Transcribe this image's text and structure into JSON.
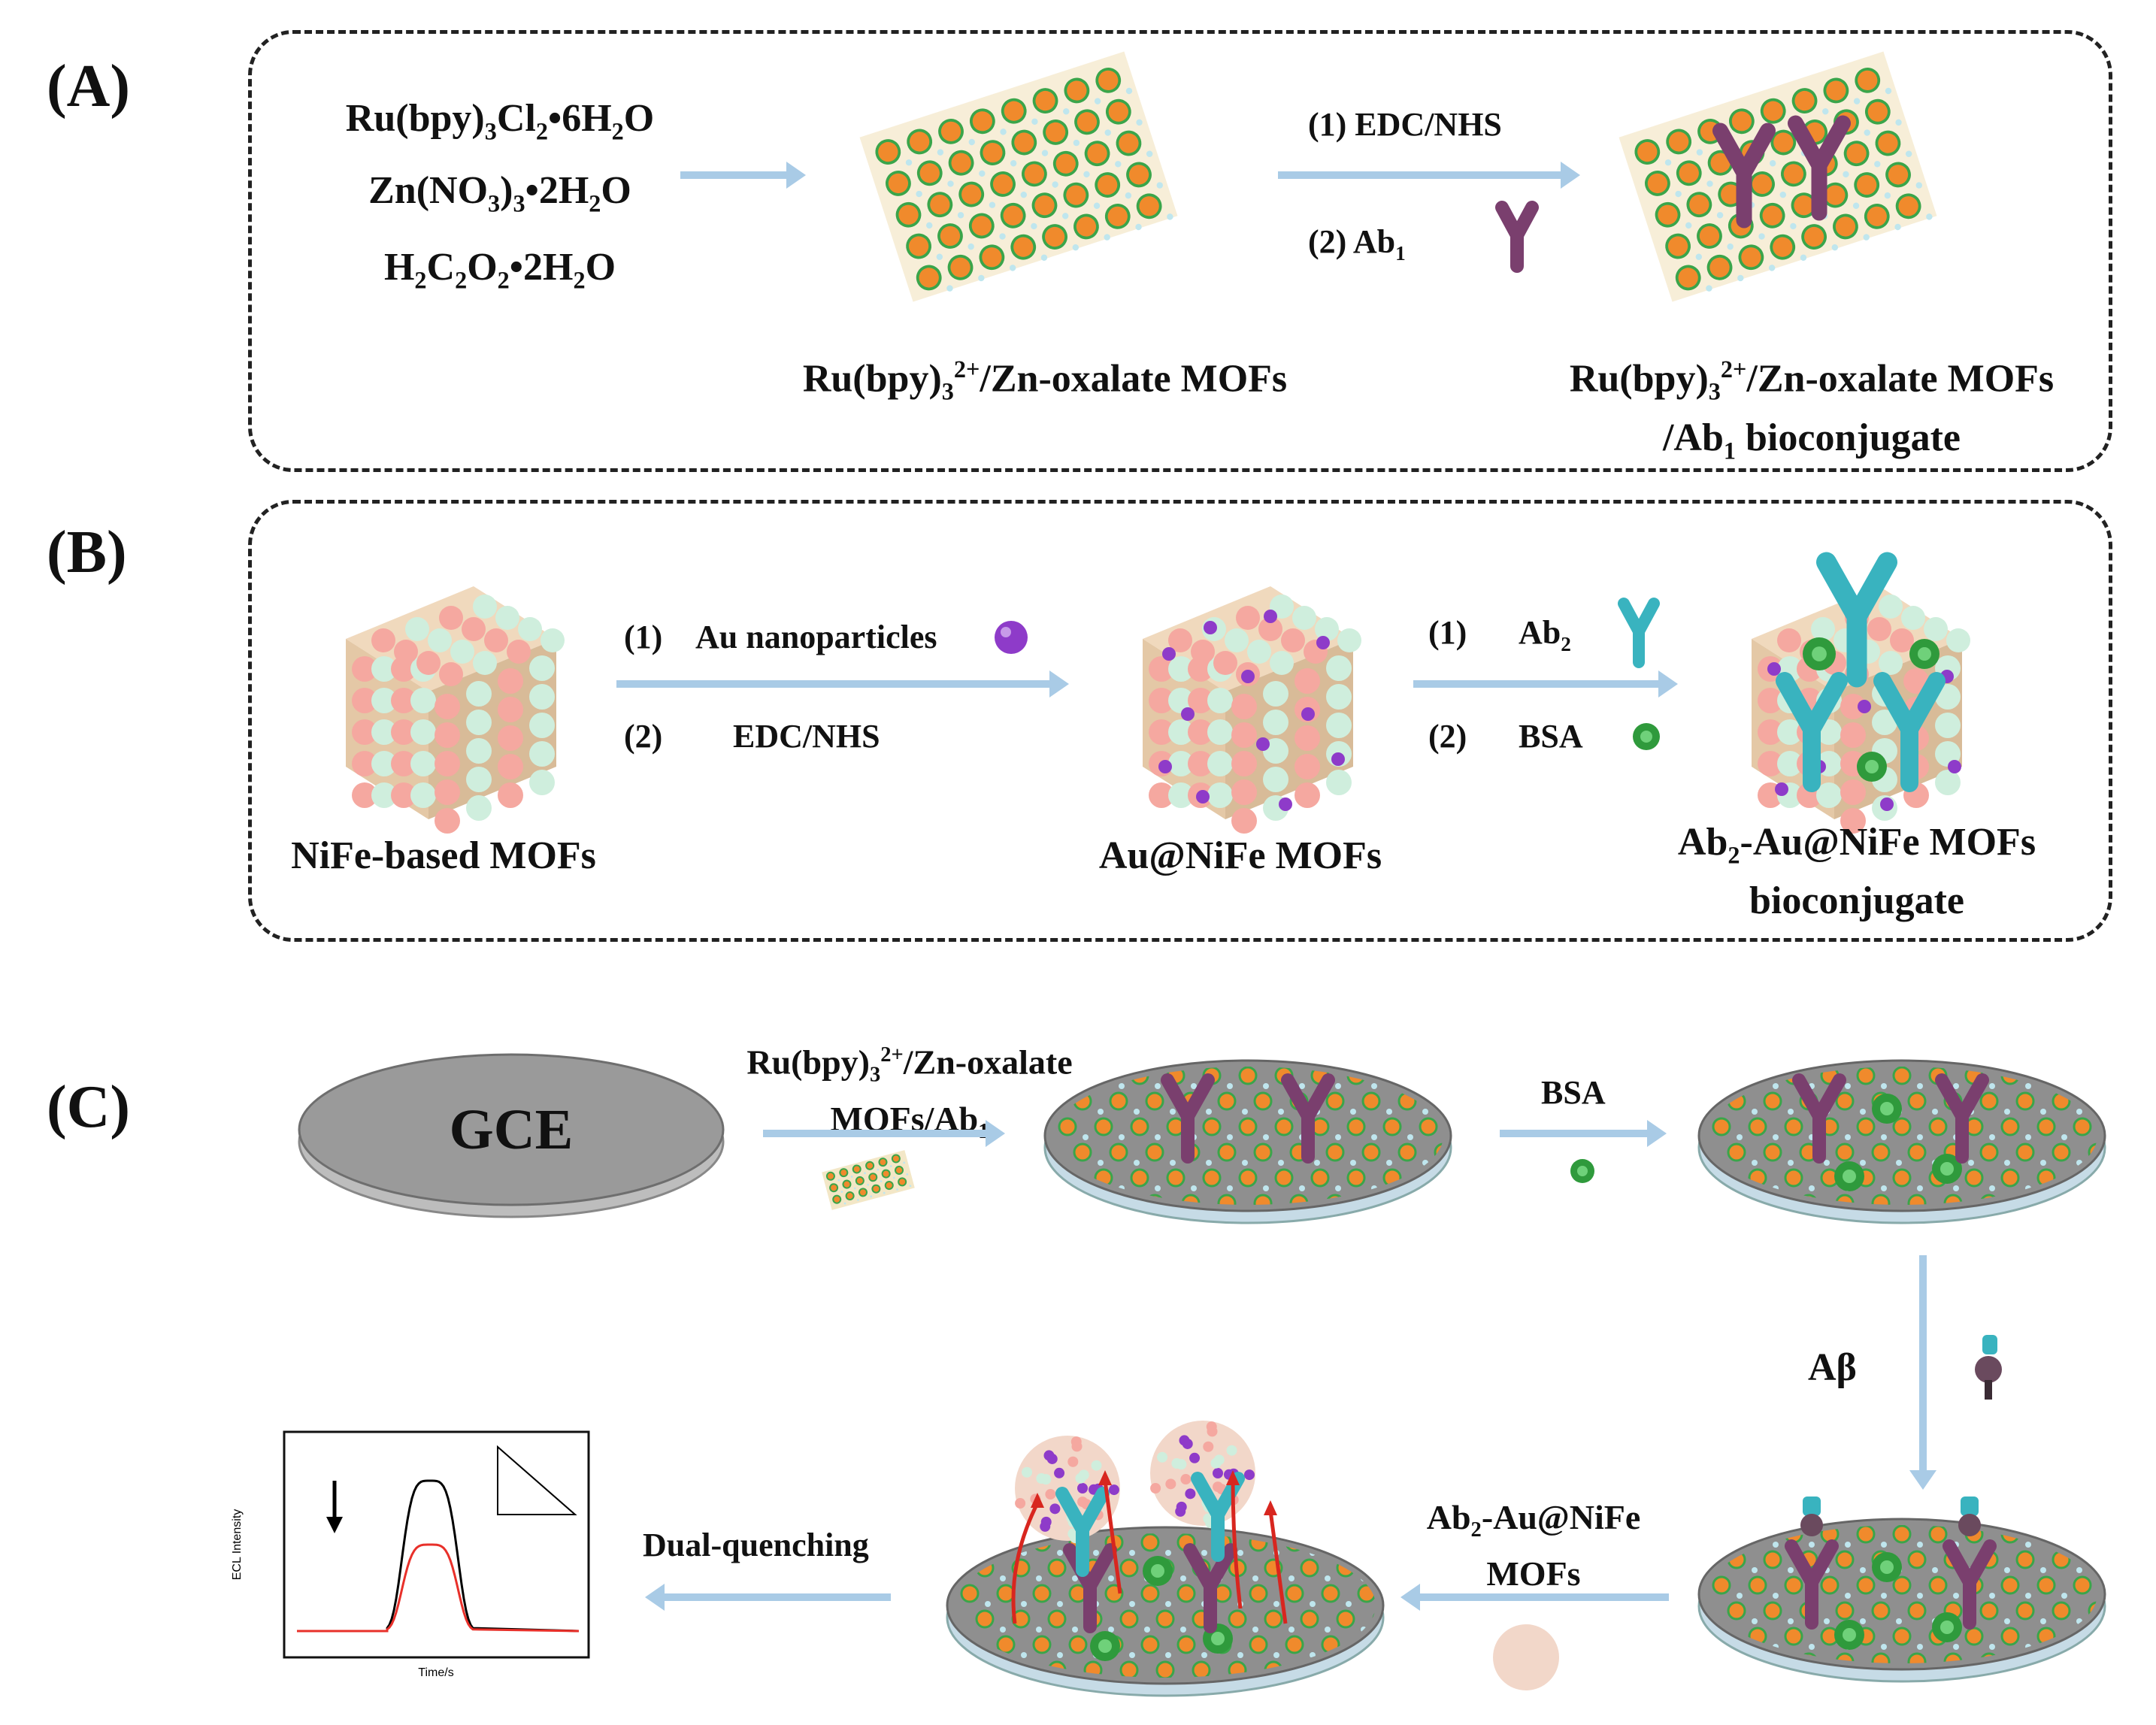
{
  "panels": {
    "a": {
      "letter": "(A)",
      "reagents": [
        "Ru(bpy)3Cl2•6H2O",
        "Zn(NO3)3•2H2O",
        "H2C2O2•2H2O"
      ],
      "step1": "(1) EDC/NHS",
      "step2": "(2) Ab1",
      "product1": "Ru(bpy)3 2+/Zn-oxalate MOFs",
      "product2_line1": "Ru(bpy)3 2+/Zn-oxalate MOFs",
      "product2_line2": "/Ab1 bioconjugate"
    },
    "b": {
      "letter": "(B)",
      "start": "NiFe-based MOFs",
      "step1_num": "(1)",
      "step1_text": "Au nanoparticles",
      "step2_num": "(2)",
      "step2_text": "EDC/NHS",
      "middle": "Au@NiFe MOFs",
      "step3_num": "(1)",
      "step3_text": "Ab2",
      "step4_num": "(2)",
      "step4_text": "BSA",
      "end_line1": "Ab2-Au@NiFe MOFs",
      "end_line2": "bioconjugate"
    },
    "c": {
      "letter": "(C)",
      "electrode": "GCE",
      "arrow1_line1": "Ru(bpy)3 2+/Zn-oxalate",
      "arrow1_line2": "MOFs/Ab1",
      "arrow2": "BSA",
      "arrow3": "Aβ",
      "arrow4_line1": "Ab2-Au@NiFe",
      "arrow4_line2": "MOFs",
      "arrow5": "Dual-quenching",
      "plot_ylabel": "ECL Intensity",
      "plot_xlabel": "Time/s"
    }
  },
  "colors": {
    "arrow": "#a9cbe6",
    "mof_orange": "#f08a2c",
    "mof_green": "#3aa54a",
    "antibody_purple": "#7a3f6e",
    "antibody_teal": "#39b3bf",
    "au_purple": "#8e3bc9",
    "curve_black": "#000000",
    "curve_red": "#e8302a"
  }
}
